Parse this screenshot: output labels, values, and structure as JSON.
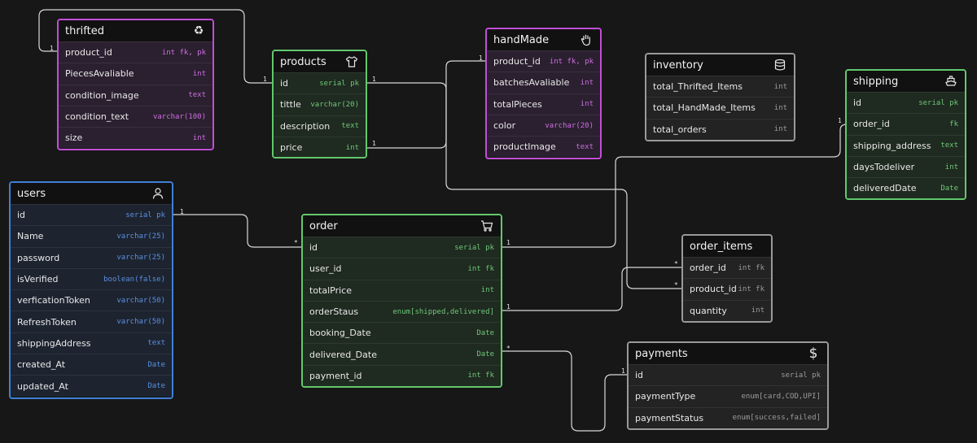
{
  "tables": {
    "thrifted": {
      "title": "thrifted",
      "icon": "recycle-icon",
      "rows": [
        {
          "name": "product_id",
          "type": "int fk, pk"
        },
        {
          "name": "PiecesAvaliable",
          "type": "int"
        },
        {
          "name": "condition_image",
          "type": "text"
        },
        {
          "name": "condition_text",
          "type": "varchar(100)"
        },
        {
          "name": "size",
          "type": "int"
        }
      ]
    },
    "products": {
      "title": "products",
      "icon": "shirt-icon",
      "rows": [
        {
          "name": "id",
          "type": "serial pk"
        },
        {
          "name": "tittle",
          "type": "varchar(20)"
        },
        {
          "name": "description",
          "type": "text"
        },
        {
          "name": "price",
          "type": "int"
        }
      ]
    },
    "handMade": {
      "title": "handMade",
      "icon": "hand-icon",
      "rows": [
        {
          "name": "product_id",
          "type": "int fk, pk"
        },
        {
          "name": "batchesAvaliable",
          "type": "int"
        },
        {
          "name": "totalPieces",
          "type": "int"
        },
        {
          "name": "color",
          "type": "varchar(20)"
        },
        {
          "name": "productImage",
          "type": "text"
        }
      ]
    },
    "inventory": {
      "title": "inventory",
      "icon": "database-icon",
      "rows": [
        {
          "name": "total_Thrifted_Items",
          "type": "int"
        },
        {
          "name": "total_HandMade_Items",
          "type": "int"
        },
        {
          "name": "total_orders",
          "type": "int"
        }
      ]
    },
    "shipping": {
      "title": "shipping",
      "icon": "ship-icon",
      "rows": [
        {
          "name": "id",
          "type": "serial pk"
        },
        {
          "name": "order_id",
          "type": "fk"
        },
        {
          "name": "shipping_address",
          "type": "text"
        },
        {
          "name": "daysTodeliver",
          "type": "int"
        },
        {
          "name": "deliveredDate",
          "type": "Date"
        }
      ]
    },
    "users": {
      "title": "users",
      "icon": "user-icon",
      "rows": [
        {
          "name": "id",
          "type": "serial pk"
        },
        {
          "name": "Name",
          "type": "varchar(25)"
        },
        {
          "name": "password",
          "type": "varchar(25)"
        },
        {
          "name": "isVerified",
          "type": "boolean(false)"
        },
        {
          "name": "verficationToken",
          "type": "varchar(50)"
        },
        {
          "name": "RefreshToken",
          "type": "varchar(50)"
        },
        {
          "name": "shippingAddress",
          "type": "text"
        },
        {
          "name": "created_At",
          "type": "Date"
        },
        {
          "name": "updated_At",
          "type": "Date"
        }
      ]
    },
    "order": {
      "title": "order",
      "icon": "cart-icon",
      "rows": [
        {
          "name": "id",
          "type": "serial pk"
        },
        {
          "name": "user_id",
          "type": "int fk"
        },
        {
          "name": "totalPrice",
          "type": "int"
        },
        {
          "name": "orderStaus",
          "type": "enum[shipped,delivered]"
        },
        {
          "name": "booking_Date",
          "type": "Date"
        },
        {
          "name": "delivered_Date",
          "type": "Date"
        },
        {
          "name": "payment_id",
          "type": "int fk"
        }
      ]
    },
    "order_items": {
      "title": "order_items",
      "icon": "",
      "rows": [
        {
          "name": "order_id",
          "type": "int fk"
        },
        {
          "name": "product_id",
          "type": "int fk"
        },
        {
          "name": "quantity",
          "type": "int"
        }
      ]
    },
    "payments": {
      "title": "payments",
      "icon": "dollar-icon",
      "rows": [
        {
          "name": "id",
          "type": "serial pk"
        },
        {
          "name": "paymentType",
          "type": "enum[card,COD,UPI]"
        },
        {
          "name": "paymentStatus",
          "type": "enum[success,failed]"
        }
      ]
    }
  },
  "cardinality": {
    "one": "1",
    "many": "*"
  }
}
